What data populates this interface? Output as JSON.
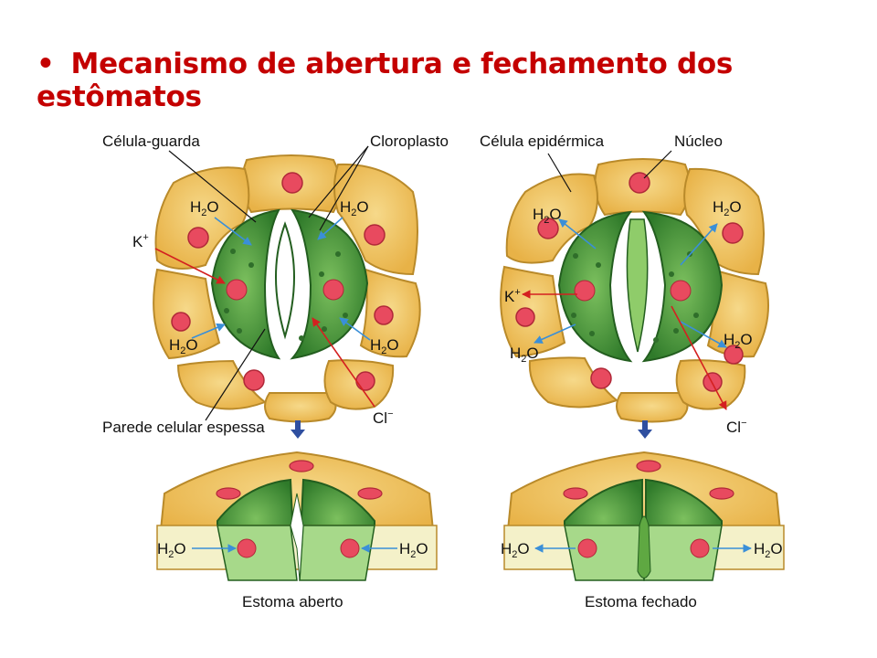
{
  "title": "Mecanismo de abertura e fechamento dos estômatos",
  "labels": {
    "guard_cell": "Célula-guarda",
    "chloroplast": "Cloroplasto",
    "epidermal_cell": "Célula epidérmica",
    "nucleus": "Núcleo",
    "thick_wall": "Parede celular espessa",
    "open_stoma": "Estoma aberto",
    "closed_stoma": "Estoma fechado",
    "water": "H",
    "water_sub": "2",
    "water_tail": "O",
    "potassium": "K",
    "potassium_sup": "+",
    "chloride": "Cl",
    "chloride_sup": "−"
  },
  "colors": {
    "title": "#c40000",
    "epidermal": "#f0c25a",
    "guard": "#4f9a3a",
    "nucleus": "#e84a5f",
    "water_arrow": "#3a8fd8",
    "ion_arrow": "#d42020",
    "down_arrow": "#2f4fa0"
  }
}
